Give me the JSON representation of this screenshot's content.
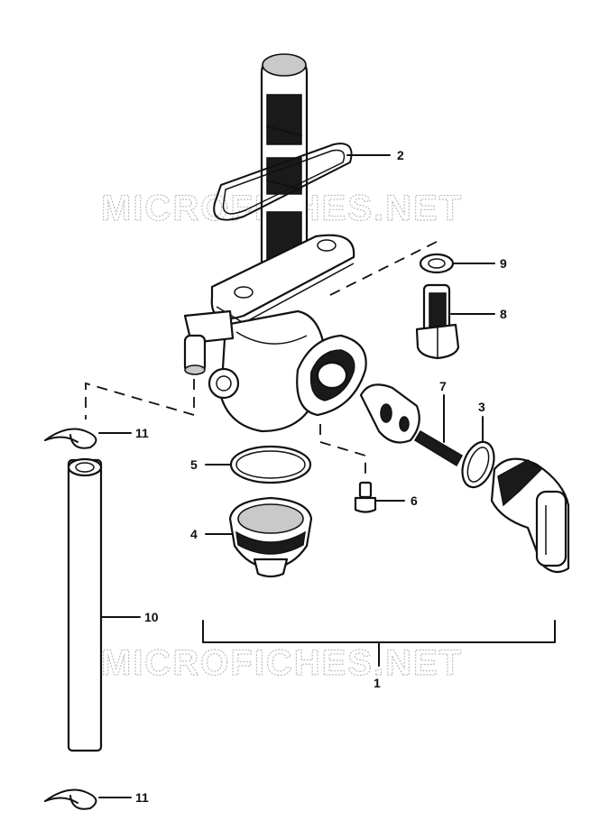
{
  "watermark": "MICROFICHES.NET",
  "callouts": {
    "c1": "1",
    "c2": "2",
    "c3": "3",
    "c4": "4",
    "c5": "5",
    "c6": "6",
    "c7": "7",
    "c8": "8",
    "c9": "9",
    "c10": "10",
    "c11a": "11",
    "c11b": "11"
  }
}
